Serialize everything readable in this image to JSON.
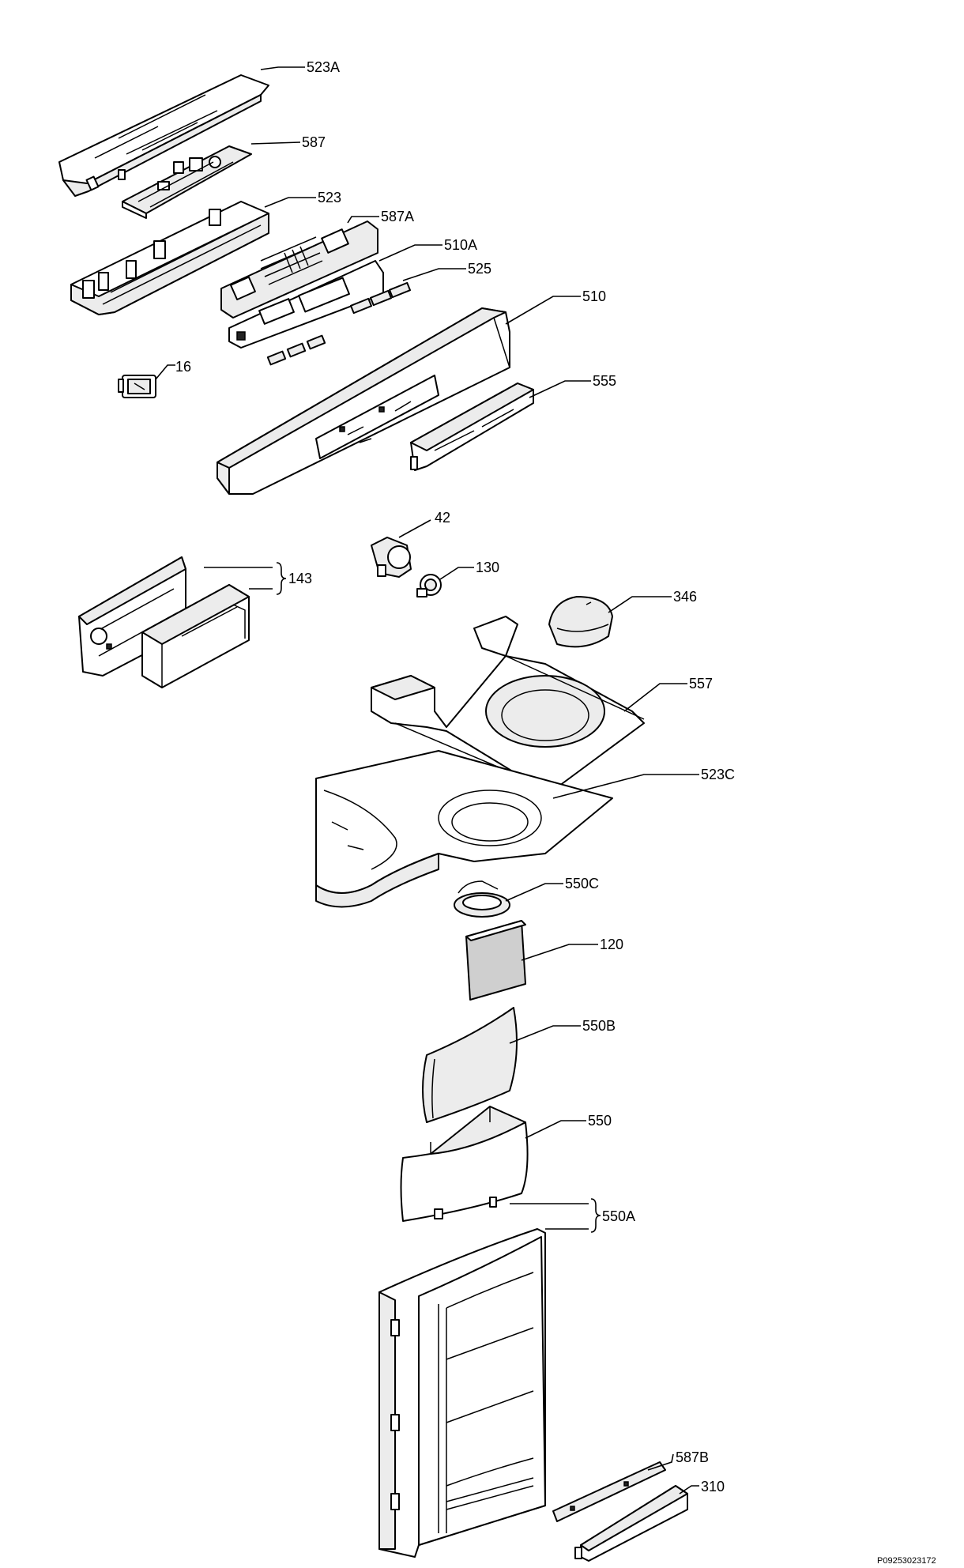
{
  "labels": {
    "l523A": "523A",
    "l587": "587",
    "l523": "523",
    "l587A": "587A",
    "l510A": "510A",
    "l525": "525",
    "l510": "510",
    "l16": "16",
    "l555": "555",
    "l42": "42",
    "l130": "130",
    "l143": "143",
    "l346": "346",
    "l557": "557",
    "l523C": "523C",
    "l550C": "550C",
    "l120": "120",
    "l550B": "550B",
    "l550": "550",
    "l550A": "550A",
    "l587B": "587B",
    "l310": "310"
  },
  "footer": {
    "doc_id": "P09253023172"
  }
}
